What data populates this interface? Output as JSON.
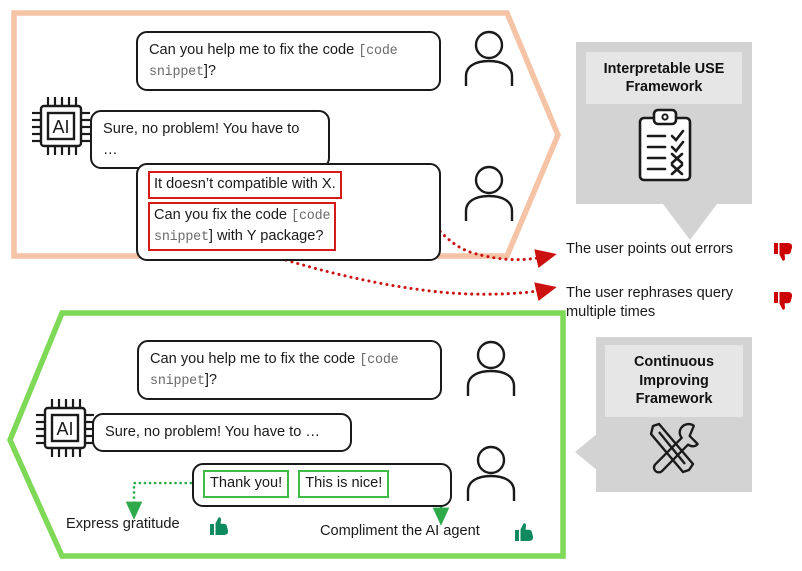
{
  "diagram": {
    "title": "User experience feedback loop between interpretable USE framework and continuous improving framework",
    "colors": {
      "negative_frame": "#f5c3a5",
      "positive_frame": "#7ed957",
      "highlight_negative": "#d51a1a",
      "highlight_positive": "#3fbb46",
      "panel_body": "#d3d3d3",
      "panel_title": "#e6e6e6",
      "arrow_gray": "#d3d3d3",
      "thumbs_down": "#cc0000",
      "thumbs_up": "#0f8a5f",
      "text": "#1a1a1a",
      "mono_text": "#6a6a6a"
    }
  },
  "negative_flow": {
    "name": "negative-interaction-flow",
    "ai_icon_label": "AI",
    "messages": [
      {
        "role": "user",
        "name": "user-message-fix-code",
        "text_plain_1": "Can you help me to fix the code ",
        "text_mono": "[code snippet",
        "text_plain_2": "]?"
      },
      {
        "role": "assistant",
        "name": "ai-message-sure",
        "text": "Sure, no problem! You have to …"
      },
      {
        "role": "user",
        "name": "user-message-error-rephrase",
        "highlight_1": "It doesn’t compatible with X.",
        "highlight_2_plain_1": "Can you fix the code ",
        "highlight_2_mono_1": "[code",
        "highlight_2_mono_2": "snippet",
        "highlight_2_plain_2": "] with Y package?"
      }
    ]
  },
  "positive_flow": {
    "name": "positive-interaction-flow",
    "ai_icon_label": "AI",
    "messages": [
      {
        "role": "user",
        "name": "user-message-fix-code-2",
        "text_plain_1": "Can you help me to fix the code ",
        "text_mono": "[code snippet",
        "text_plain_2": "]?"
      },
      {
        "role": "assistant",
        "name": "ai-message-sure-2",
        "text": "Sure, no problem! You have to …"
      },
      {
        "role": "user",
        "name": "user-message-gratitude",
        "highlight_1": "Thank you!",
        "highlight_2": "This is nice!"
      }
    ]
  },
  "frameworks": [
    {
      "name": "interpretable-use-framework",
      "title": "Interpretable USE Framework",
      "icon": "clipboard-checklist-icon",
      "arrow_direction": "down"
    },
    {
      "name": "continuous-improving-framework",
      "title": "Continuous Improving Framework",
      "icon": "tools-wrench-screwdriver-icon",
      "arrow_direction": "left"
    }
  ],
  "negative_signals": [
    {
      "name": "signal-points-out-errors",
      "text": "The user points out errors",
      "icon": "thumbs-down-icon"
    },
    {
      "name": "signal-rephrases-query",
      "text": "The user rephrases query multiple times",
      "icon": "thumbs-down-icon"
    }
  ],
  "positive_signals": [
    {
      "name": "signal-express-gratitude",
      "text": "Express gratitude",
      "icon": "thumbs-up-icon"
    },
    {
      "name": "signal-compliment-agent",
      "text": "Compliment the AI agent",
      "icon": "thumbs-up-icon"
    }
  ]
}
